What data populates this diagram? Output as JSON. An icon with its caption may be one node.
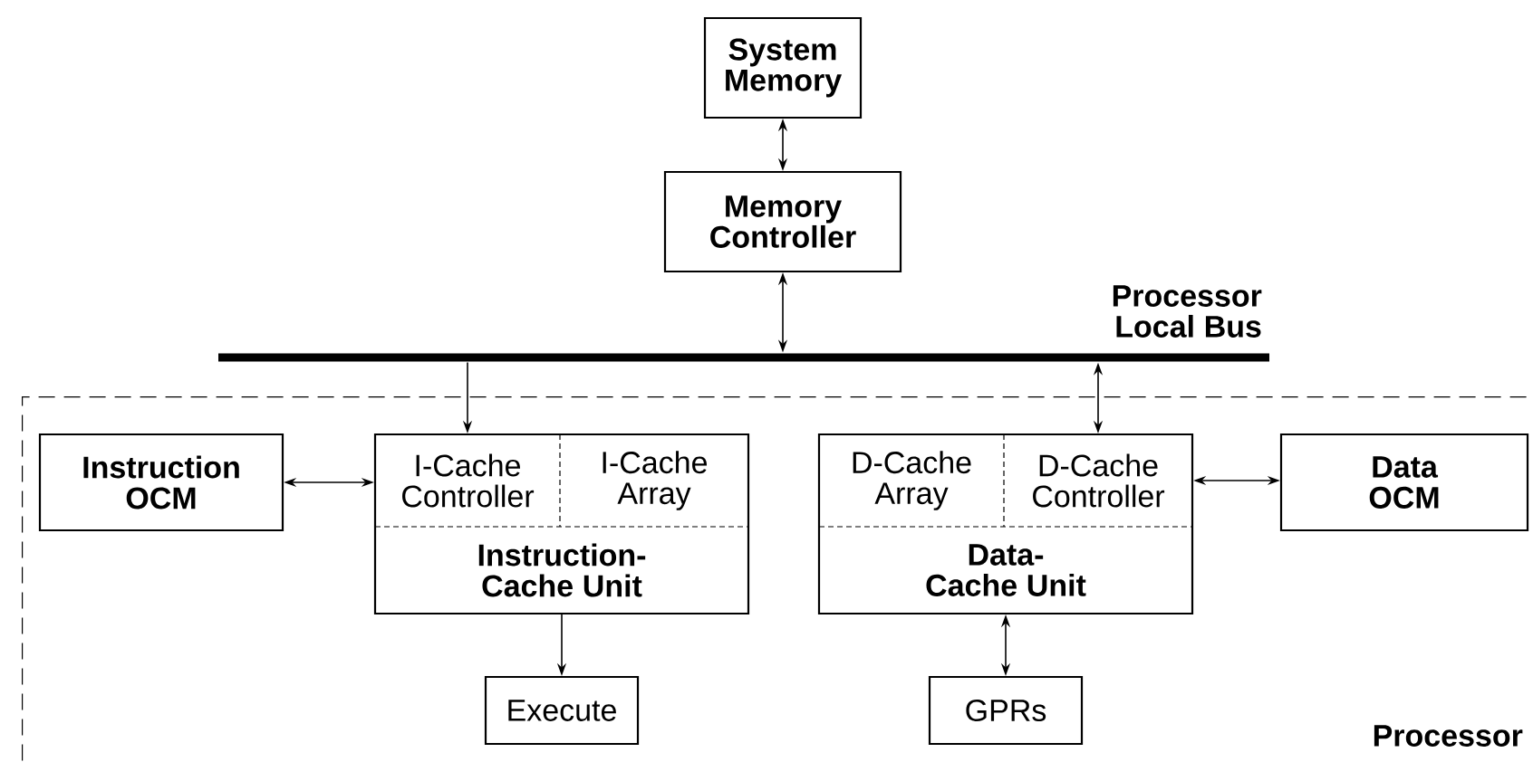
{
  "diagram": {
    "nodes": [
      {
        "text": [
          "System Memory"
        ]
      },
      {
        "text": [
          "Memory Controller"
        ]
      },
      {
        "text": [
          "Processor Local Bus"
        ]
      },
      {
        "text": [
          "Processor"
        ]
      },
      {
        "text": [
          "Instruction OCM"
        ],
        "in": 3
      },
      {
        "text": [
          "Instruction-Cache Unit"
        ],
        "in": 3
      },
      {
        "text": [
          "I-Cache Controller"
        ],
        "in": 5
      },
      {
        "text": [
          "I-Cache Array"
        ],
        "in": 5
      },
      {
        "text": [
          "Data-Cache Unit"
        ],
        "in": 3
      },
      {
        "text": [
          "D-Cache Array"
        ],
        "in": 8
      },
      {
        "text": [
          "D-Cache Controller"
        ],
        "in": 8
      },
      {
        "text": [
          "Data OCM"
        ],
        "in": 3
      },
      {
        "text": [
          "Execute"
        ],
        "in": 3
      },
      {
        "text": [
          "GPRs"
        ],
        "in": 3
      }
    ],
    "edges": [
      {
        "from": 0,
        "to": 1,
        "arrow": "both"
      },
      {
        "from": 1,
        "to": 2,
        "arrow": "both"
      },
      {
        "from": 2,
        "to": 6,
        "arrow": "to"
      },
      {
        "from": 2,
        "to": 10,
        "arrow": "both"
      },
      {
        "from": 4,
        "to": 6,
        "arrow": "both"
      },
      {
        "from": 10,
        "to": 11,
        "arrow": "both"
      },
      {
        "from": 5,
        "to": 12,
        "arrow": "to"
      },
      {
        "from": 8,
        "to": 13,
        "arrow": "both"
      }
    ]
  }
}
